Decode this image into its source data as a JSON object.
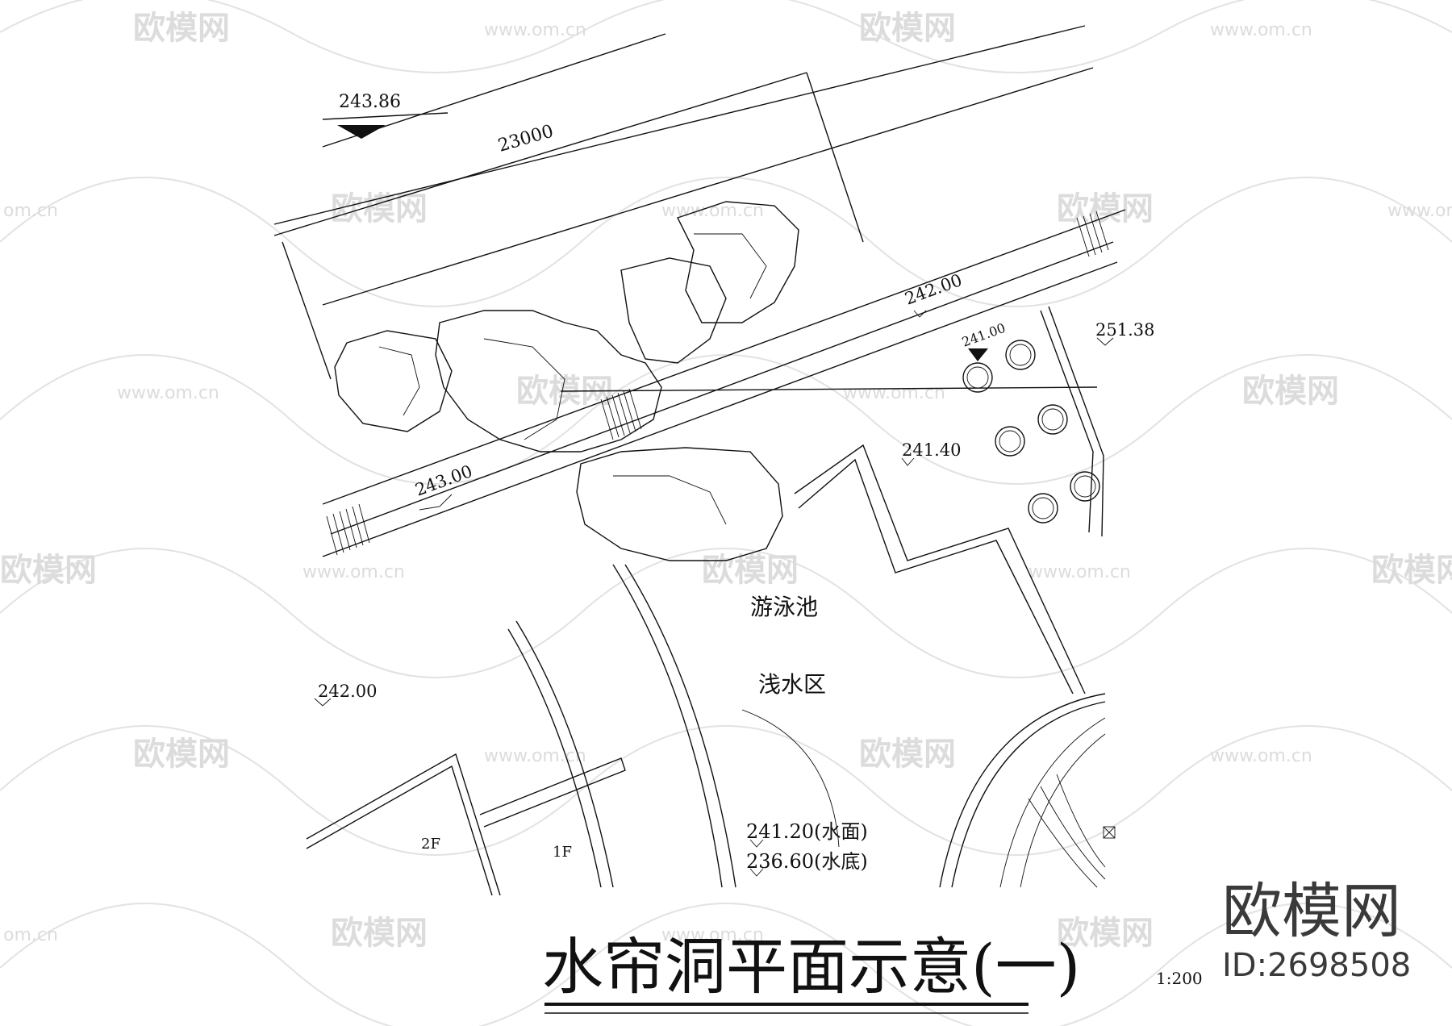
{
  "drawing": {
    "title": "水帘洞平面示意(一)",
    "scale": "1:200",
    "zones": {
      "pool": "游泳池",
      "shallow": "浅水区",
      "floor_2f": "2F",
      "floor_1f": "1F"
    },
    "elevations": {
      "top_marker": "243.86",
      "dimension": "23000",
      "path_upper": "242.00",
      "path_lower": "243.00",
      "pool_corner": "241.00",
      "right": "251.38",
      "pool_deck": "241.40",
      "left_lawn": "242.00",
      "water_surface": "241.20(水面)",
      "water_bottom": "236.60(水底)"
    }
  },
  "watermark": {
    "brand": "欧模网",
    "url": "www.om.cn",
    "short": "om.cn",
    "id": "ID:2698508"
  }
}
